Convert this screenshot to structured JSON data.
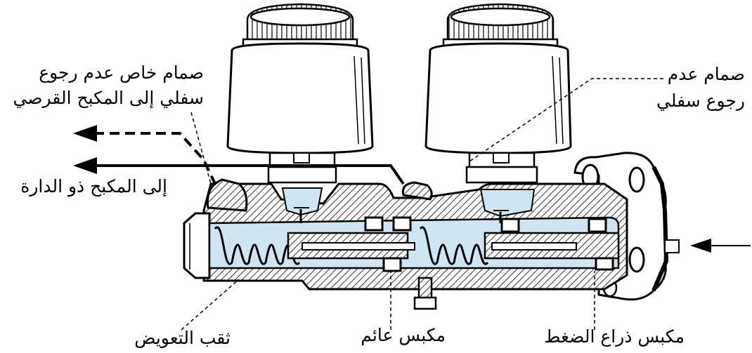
{
  "labels": {
    "special_check_valve_line1": "صمام خاص عدم رجوع",
    "special_check_valve_line2": "سفلي إلى المكبح القرصي",
    "drum_brake": "إلى المكبح ذو الدارة",
    "bottom_check_valve_line1": "صمام عدم",
    "bottom_check_valve_line2": "رجوع سفلي",
    "compensation_port": "ثقب التعويض",
    "floating_piston": "مكبس عائم",
    "pushrod_piston": "مكبس ذراع الضغط"
  },
  "colors": {
    "fluid": "#cfe6f2",
    "line": "#000000",
    "body": "#ffffff"
  }
}
